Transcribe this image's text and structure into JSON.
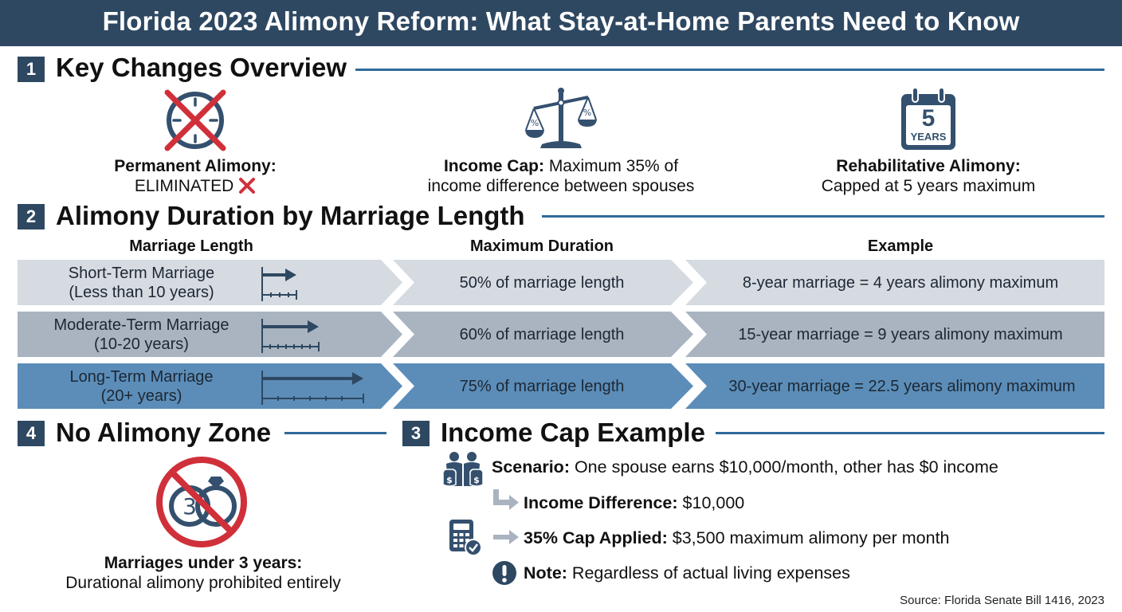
{
  "header": {
    "title": "Florida 2023 Alimony Reform: What Stay-at-Home Parents Need to Know"
  },
  "sections": {
    "key_changes": {
      "number": "1",
      "title": "Key Changes Overview",
      "items": [
        {
          "icon": "crossed-clock-icon",
          "bold": "Permanent Alimony:",
          "text": "ELIMINATED",
          "suffix_icon": "red-x-icon"
        },
        {
          "icon": "scales-percent-icon",
          "bold": "Income Cap:",
          "text": " Maximum 35% of",
          "text2": "income difference between spouses"
        },
        {
          "icon": "calendar-5-years-icon",
          "calendar_number": "5",
          "calendar_unit": "YEARS",
          "bold": "Rehabilitative Alimony:",
          "text": "Capped at 5 years maximum"
        }
      ]
    },
    "duration": {
      "number": "2",
      "title": "Alimony Duration by Marriage Length",
      "columns": [
        "Marriage Length",
        "Maximum Duration",
        "Example"
      ],
      "rows": [
        {
          "length_line1": "Short-Term Marriage",
          "length_line2": "(Less than 10 years)",
          "max": "50% of marriage length",
          "example": "8-year marriage = 4 years alimony maximum",
          "color": "#d5dbe1"
        },
        {
          "length_line1": "Moderate-Term Marriage",
          "length_line2": "(10-20 years)",
          "max": "60% of marriage length",
          "example": "15-year marriage = 9 years alimony maximum",
          "color": "#a9b4c0"
        },
        {
          "length_line1": "Long-Term Marriage",
          "length_line2": "(20+ years)",
          "max": "75% of marriage length",
          "example": "30-year marriage = 22.5 years alimony maximum",
          "color": "#5b8db8"
        }
      ]
    },
    "income_cap": {
      "number": "3",
      "title": "Income Cap Example",
      "lines": [
        {
          "icon": "couple-money-bags-icon",
          "bold": "Scenario:",
          "text": " One spouse earns $10,000/month, other has $0 income"
        },
        {
          "icon": "elbow-arrow-icon",
          "bold": "Income Difference:",
          "text": " $10,000"
        },
        {
          "icon": "calculator-check-icon",
          "bold": "35% Cap Applied:",
          "text": " $3,500 maximum alimony per month"
        },
        {
          "icon": "exclamation-circle-icon",
          "bold": "Note:",
          "text": " Regardless of actual living expenses"
        }
      ]
    },
    "no_alimony": {
      "number": "4",
      "title": "No Alimony Zone",
      "icon": "prohibited-rings-icon",
      "ring_number": "3",
      "bold": "Marriages under 3 years:",
      "text": "Durational alimony prohibited entirely"
    }
  },
  "footer": {
    "source": "Source: Florida Senate Bill 1416, 2023"
  },
  "colors": {
    "navy": "#2e4862",
    "icon": "#34506e",
    "accent_rule": "#2f6a9a",
    "red": "#d0303a",
    "row1": "#d5dbe1",
    "row2": "#a9b4c0",
    "row3": "#5b8db8"
  }
}
